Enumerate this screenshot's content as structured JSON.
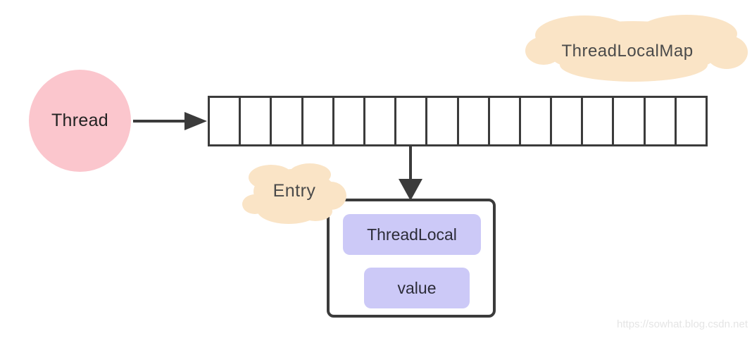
{
  "thread": {
    "label": "Thread"
  },
  "map_cloud": {
    "label": "ThreadLocalMap"
  },
  "array": {
    "cells": 16,
    "pointed_cell_index": 6
  },
  "entry_cloud": {
    "label": "Entry"
  },
  "entry": {
    "fields": [
      {
        "label": "ThreadLocal"
      },
      {
        "label": "value"
      }
    ]
  },
  "watermark": {
    "text": "https://sowhat.blog.csdn.net"
  },
  "colors": {
    "thread_fill": "#fbc6cd",
    "cloud_fill": "#fae4c6",
    "field_fill": "#ccc9f7",
    "line": "#3b3b3b",
    "label_text": "#222222",
    "cloud_text": "#4a4a4a",
    "field_text": "#2c2c38",
    "watermark_text": "#e5e5e5"
  }
}
